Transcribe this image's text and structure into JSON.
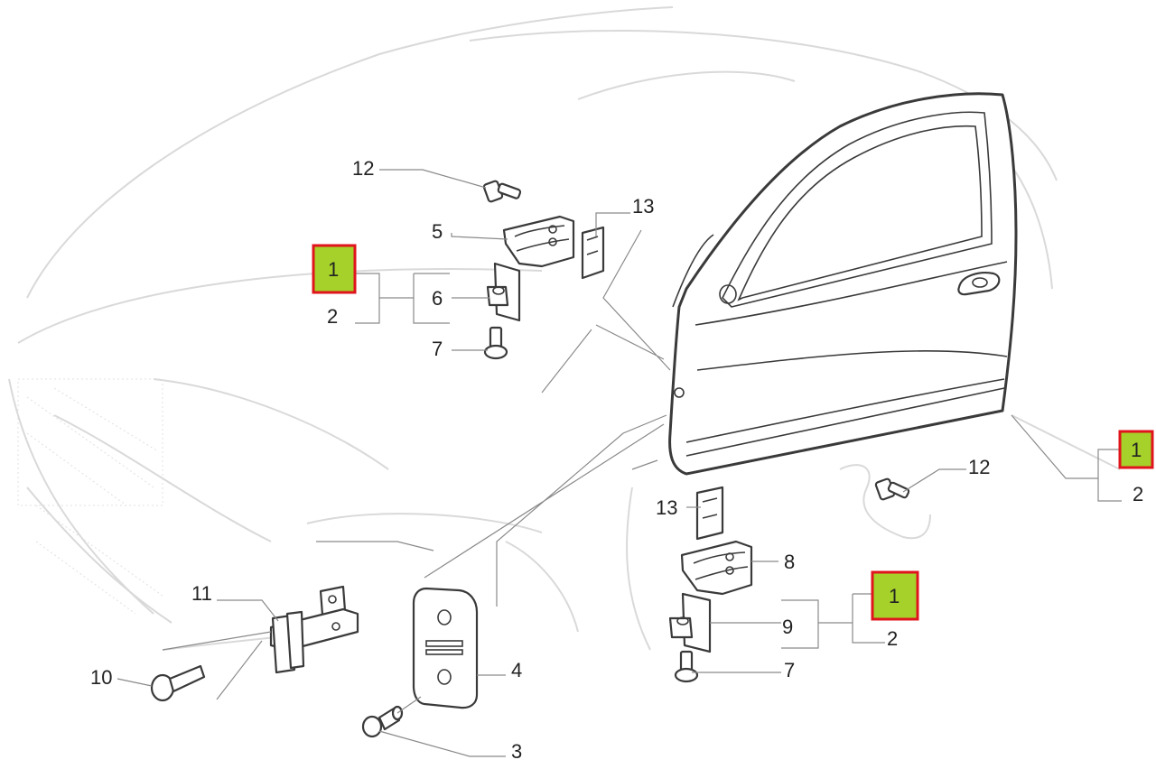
{
  "colors": {
    "callout_fill": "#a6d12a",
    "callout_border": "#e0141c",
    "line": "#3a3a3a",
    "ghost": "#d9d9d9"
  },
  "labels": {
    "upper_hinge": {
      "bolt": "12",
      "hinge_half": "5",
      "plate": "6",
      "screw": "7",
      "shim": "13",
      "kit": "1",
      "kit_sub": "2"
    },
    "right_side": {
      "kit": "1",
      "kit_sub": "2"
    },
    "lower_hinge": {
      "bolt": "12",
      "shim": "13",
      "hinge_half": "8",
      "plate": "9",
      "screw": "7",
      "kit": "1",
      "kit_sub": "2"
    },
    "check_strap": {
      "strap": "11",
      "bolt": "10"
    },
    "striker": {
      "plate": "4",
      "pin": "3"
    }
  }
}
